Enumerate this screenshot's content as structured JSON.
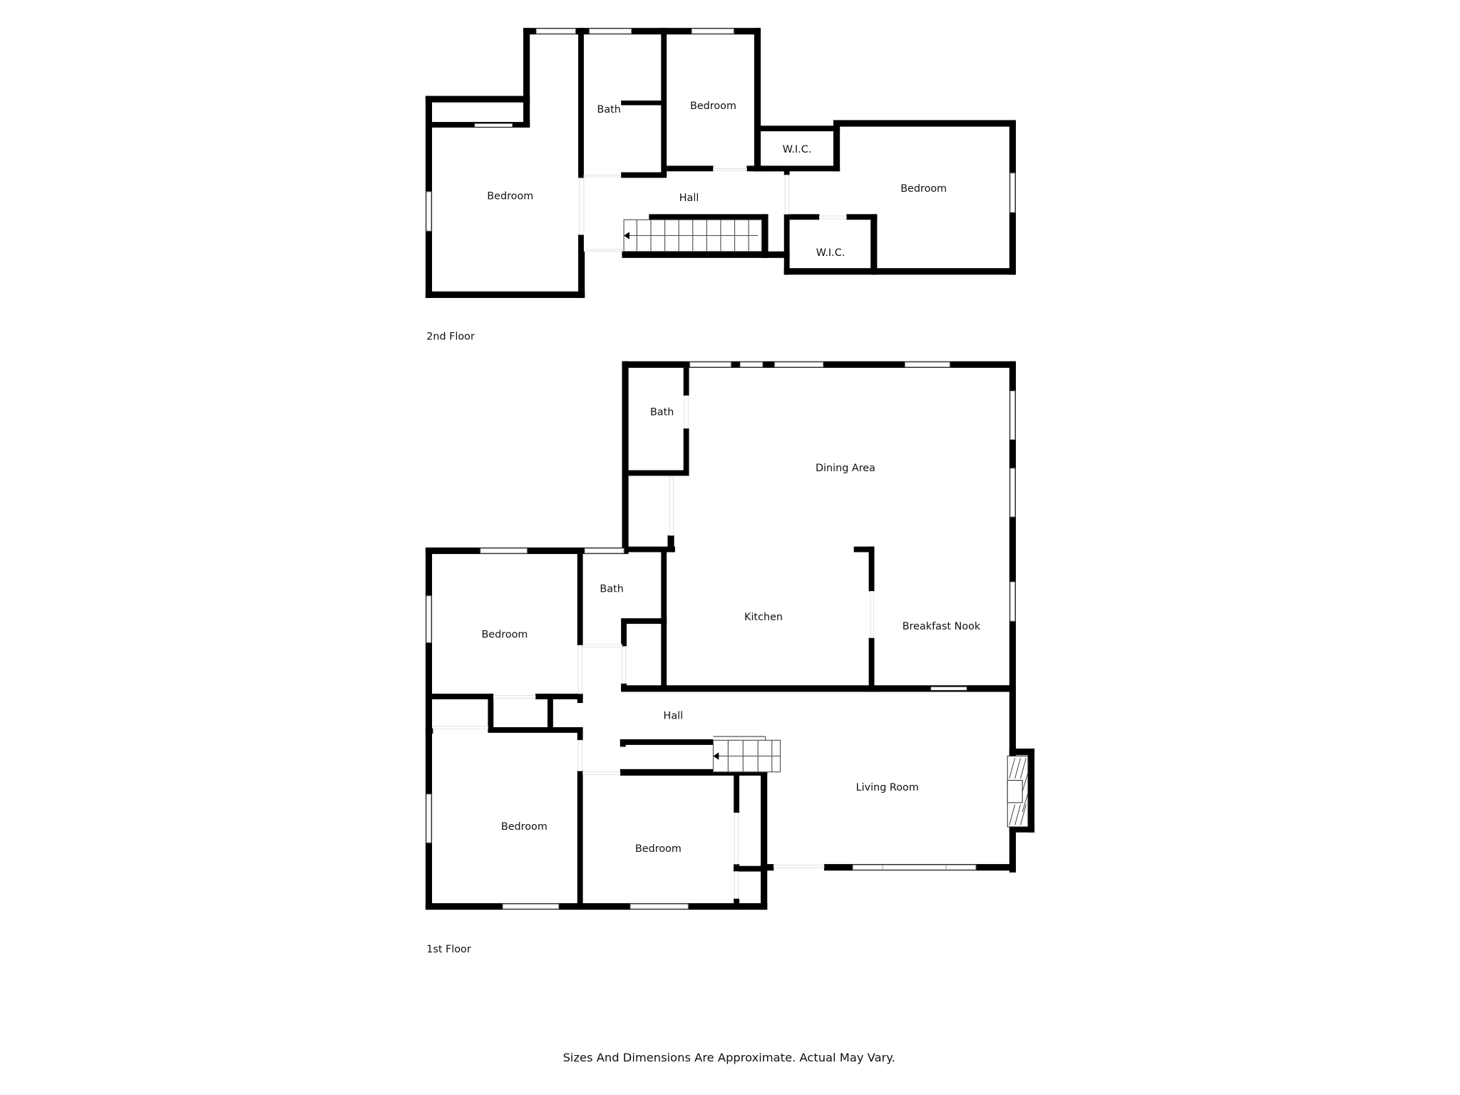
{
  "floors": {
    "second": {
      "label": "2nd Floor",
      "rooms": [
        {
          "name": "Bedroom"
        },
        {
          "name": "Bath"
        },
        {
          "name": "Bedroom"
        },
        {
          "name": "Hall"
        },
        {
          "name": "W.I.C."
        },
        {
          "name": "Bedroom"
        },
        {
          "name": "W.I.C."
        }
      ]
    },
    "first": {
      "label": "1st Floor",
      "rooms": [
        {
          "name": "Bath"
        },
        {
          "name": "Dining Area"
        },
        {
          "name": "Bedroom"
        },
        {
          "name": "Bath"
        },
        {
          "name": "Kitchen"
        },
        {
          "name": "Breakfast Nook"
        },
        {
          "name": "Hall"
        },
        {
          "name": "Living Room"
        },
        {
          "name": "Bedroom"
        },
        {
          "name": "Bedroom"
        }
      ]
    }
  },
  "footer": {
    "disclaimer": "Sizes And Dimensions Are Approximate. Actual May Vary."
  },
  "colors": {
    "wall": "#000000",
    "background": "#ffffff"
  }
}
